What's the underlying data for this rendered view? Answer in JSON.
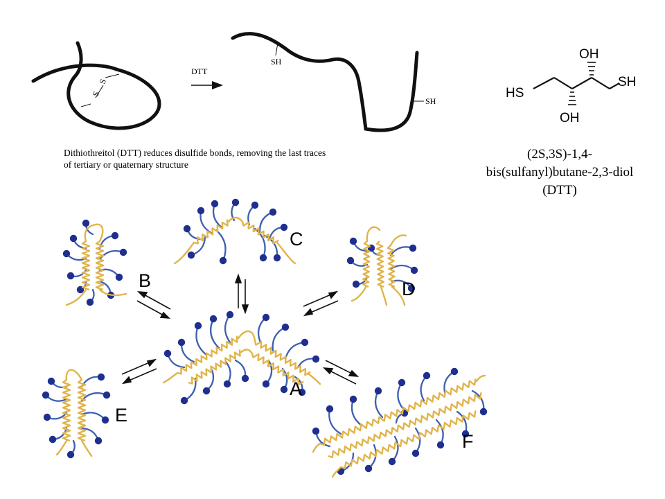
{
  "reduction": {
    "left_labels": [
      "S",
      "S"
    ],
    "arrow_label": "DTT",
    "right_labels": [
      "SH",
      "SH"
    ],
    "caption_lines": [
      "Dithiothreitol (DTT) reduces disulfide bonds, removing the last traces",
      "of tertiary or quaternary structure"
    ]
  },
  "molecule": {
    "groups": [
      "OH",
      "HS",
      "SH",
      "OH"
    ],
    "name_lines": [
      "(2S,3S)-1,4-",
      "bis(sulfanyl)butane-2,3-diol",
      "(DTT)"
    ]
  },
  "assembly": {
    "labels": [
      "A",
      "B",
      "C",
      "D",
      "E",
      "F"
    ]
  },
  "colors": {
    "line": "#111111",
    "helix": "#e0b44a",
    "chain": "#3f5fb0",
    "bead": "#1f2f8f"
  }
}
